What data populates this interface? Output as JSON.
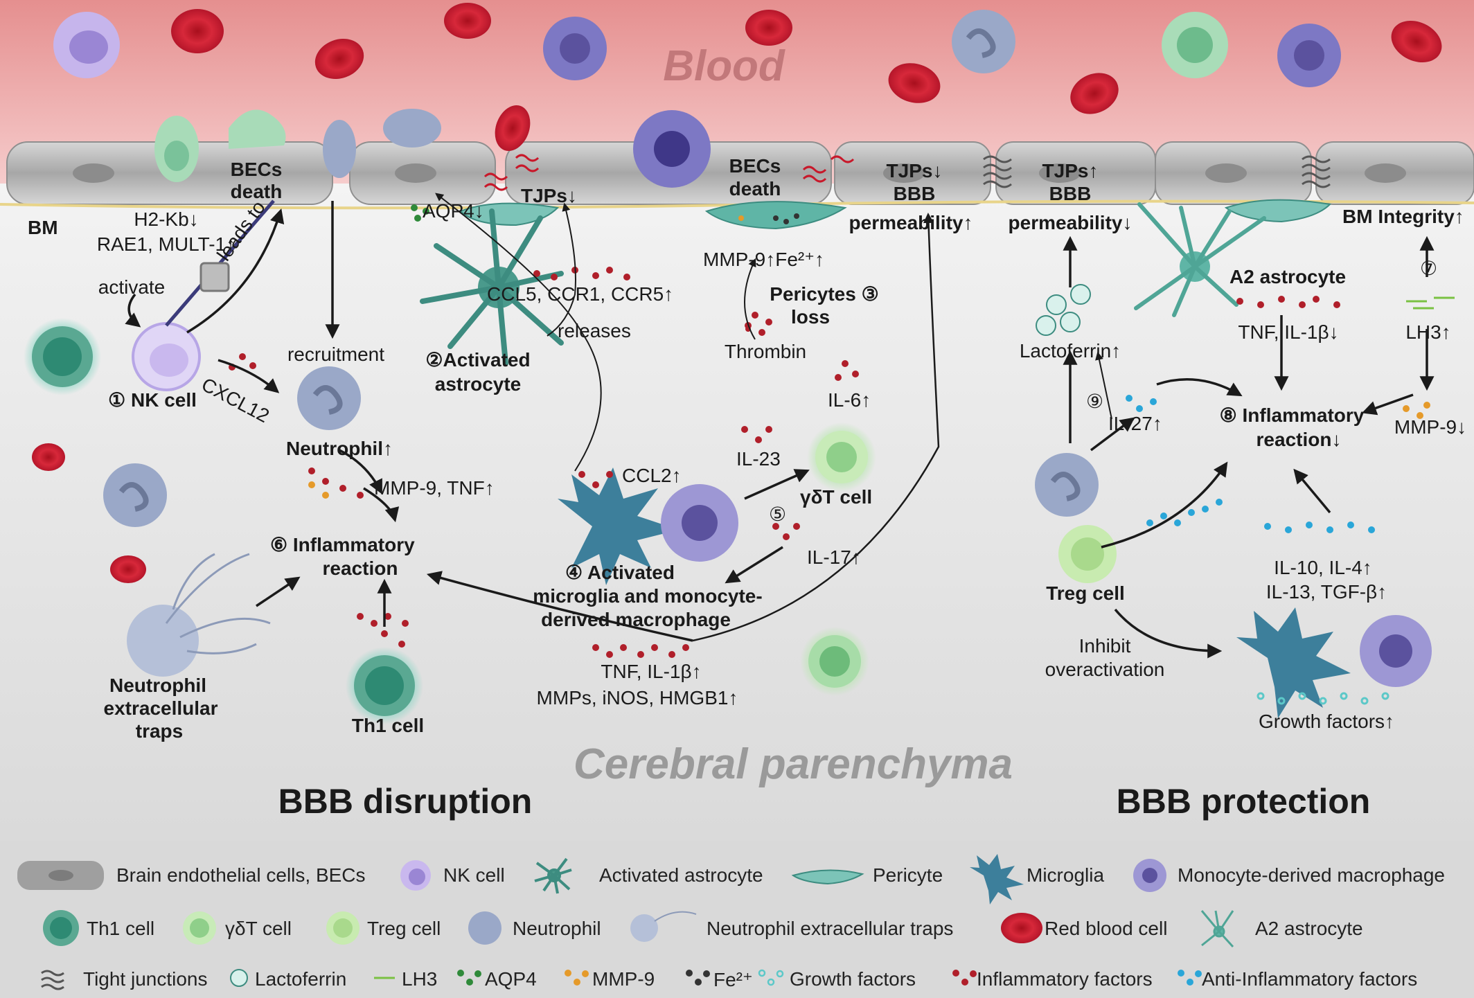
{
  "regions": {
    "blood": "Blood",
    "parenchyma": "Cerebral parenchyma",
    "bbb_disruption": "BBB disruption",
    "bbb_protection": "BBB protection"
  },
  "labels": {
    "bm": "BM",
    "becs_death_1a": "BECs",
    "becs_death_1b": "death",
    "becs_death_2a": "BECs",
    "becs_death_2b": "death",
    "h2kb": "H2-Kb↓",
    "rae1": "RAE1, MULT-1↑",
    "activate": "activate",
    "leads_to": "leads to",
    "nk_cell": "① NK cell",
    "cxcl12": "CXCL12",
    "recruitment": "recruitment",
    "neutrophil": "Neutrophil↑",
    "aqp4": "AQP4↓",
    "tjps_1": "TJPs↓",
    "ccl5": "CCL5, CCR1, CCR5↑",
    "releases": "releases",
    "activated_astrocyte_a": "②Activated",
    "activated_astrocyte_b": "astrocyte",
    "mmp9_fe": "MMP-9↑Fe²⁺↑",
    "pericytes_loss_a": "Pericytes ③",
    "pericytes_loss_b": "loss",
    "thrombin": "Thrombin",
    "tjps_bbb_up_a": "TJPs↓",
    "tjps_bbb_up_b": "BBB",
    "tjps_bbb_up_c": "permeability↑",
    "il6": "IL-6↑",
    "il23": "IL-23",
    "ccl2": "CCL2↑",
    "gdt_cell": "γδT  cell",
    "num5": "⑤",
    "il17": "IL-17↑",
    "mmp9_tnf": "MMP-9, TNF↑",
    "inflam_6a": "⑥ Inflammatory",
    "inflam_6b": "reaction",
    "micro_a": "④ Activated",
    "micro_b": "microglia and monocyte-",
    "micro_c": "derived macrophage",
    "tnf_il1b": "TNF, IL-1β↑",
    "mmps": "MMPs, iNOS, HMGB1↑",
    "net_a": "Neutrophil",
    "net_b": "extracellular",
    "net_c": "traps",
    "th1_cell": "Th1 cell",
    "tjps_bbb_down_a": "TJPs↑",
    "tjps_bbb_down_b": "BBB",
    "tjps_bbb_down_c": "permeability↓",
    "bm_integrity": "BM Integrity↑",
    "a2_astrocyte": "A2 astrocyte",
    "tnf_il1b_down": "TNF, IL-1β↓",
    "lh3": "LH3↑",
    "num7": "⑦",
    "lactoferrin": "Lactoferrin↑",
    "num9": "⑨",
    "il27": "IL-27↑",
    "inflam_8a": "⑧ Inflammatory",
    "inflam_8b": "reaction↓",
    "mmp9_down": "MMP-9↓",
    "treg_cell": "Treg cell",
    "il10": "IL-10, IL-4↑",
    "il13": "IL-13, TGF-β↑",
    "inhibit_a": "Inhibit",
    "inhibit_b": "overactivation",
    "growth": "Growth factors↑"
  },
  "legend": [
    {
      "icon": "brain-endothelial-cell-icon",
      "label": "Brain endothelial cells, BECs"
    },
    {
      "icon": "nk-cell-icon",
      "label": "NK cell"
    },
    {
      "icon": "activated-astrocyte-icon",
      "label": "Activated astrocyte"
    },
    {
      "icon": "pericyte-icon",
      "label": "Pericyte"
    },
    {
      "icon": "microglia-icon",
      "label": "Microglia"
    },
    {
      "icon": "monocyte-derived-macrophage-icon",
      "label": "Monocyte-derived macrophage"
    },
    {
      "icon": "th1-cell-icon",
      "label": "Th1 cell"
    },
    {
      "icon": "gdt-cell-icon",
      "label": "γδT cell"
    },
    {
      "icon": "treg-cell-icon",
      "label": "Treg cell"
    },
    {
      "icon": "neutrophil-icon",
      "label": "Neutrophil"
    },
    {
      "icon": "neutrophil-extracellular-traps-icon",
      "label": "Neutrophil extracellular traps"
    },
    {
      "icon": "red-blood-cell-icon",
      "label": "Red blood cell"
    },
    {
      "icon": "a2-astrocyte-icon",
      "label": "A2 astrocyte"
    },
    {
      "icon": "tight-junctions-icon",
      "label": "Tight junctions"
    },
    {
      "icon": "lactoferrin-icon",
      "label": "Lactoferrin"
    },
    {
      "icon": "lh3-icon",
      "label": "LH3"
    },
    {
      "icon": "aqp4-dots-icon",
      "label": "AQP4"
    },
    {
      "icon": "mmp9-dots-icon",
      "label": "MMP-9"
    },
    {
      "icon": "fe2-dots-icon",
      "label": "Fe²⁺"
    },
    {
      "icon": "growth-factors-dots-icon",
      "label": "Growth factors"
    },
    {
      "icon": "inflammatory-factors-dots-icon",
      "label": "Inflammatory factors"
    },
    {
      "icon": "anti-inflammatory-factors-dots-icon",
      "label": "Anti-Inflammatory factors"
    }
  ],
  "colors": {
    "blood": "#e99a9a",
    "endothelium": "#b9b9b9",
    "nk": "#c9b8ee",
    "astrocyte": "#3d8c80",
    "pericyte": "#7cc4b8",
    "microglia": "#3d7f9b",
    "macrophage": "#8f86c8",
    "th1": "#2e8a73",
    "gdt": "#9fd7a7",
    "treg": "#a9d98c",
    "neutrophil": "#9aa8c8",
    "rbc": "#c8182a",
    "inflammatory_dots": "#b01f2a",
    "anti_inflammatory_dots": "#2aa6d8",
    "mmp9_dots": "#e59a2a",
    "aqp4_dots": "#2f8a3a",
    "fe_dots": "#333333",
    "growth_dots": "#5cc8c8"
  }
}
